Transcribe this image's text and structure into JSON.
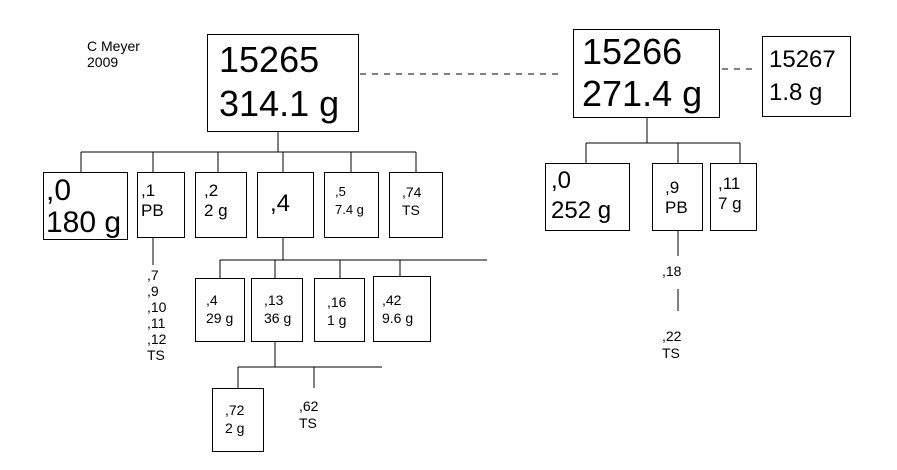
{
  "author": {
    "name": "C Meyer",
    "year": "2009"
  },
  "main_nodes": [
    {
      "id": "15265",
      "weight": "314.1 g"
    },
    {
      "id": "15266",
      "weight": "271.4 g"
    },
    {
      "id": "15267",
      "weight": "1.8 g"
    }
  ],
  "tree_15265": {
    "children": [
      {
        "label": ",0",
        "sub": "180 g"
      },
      {
        "label": ",1",
        "sub": "PB"
      },
      {
        "label": ",2",
        "sub": "2 g"
      },
      {
        "label": ",4",
        "sub": ""
      },
      {
        "label": ",5",
        "sub": "7.4 g"
      },
      {
        "label": ",74",
        "sub": "TS"
      }
    ],
    "pb_list": [
      ",7",
      ",9",
      ",10",
      ",11",
      ",12",
      "TS"
    ],
    "sub4": [
      {
        "label": ",4",
        "sub": "29 g"
      },
      {
        "label": ",13",
        "sub": "36 g"
      },
      {
        "label": ",16",
        "sub": "1 g"
      },
      {
        "label": ",42",
        "sub": "9.6 g"
      }
    ],
    "sub13": [
      {
        "label": ",72",
        "sub": "2 g"
      },
      {
        "label": ",62",
        "sub": "TS"
      }
    ]
  },
  "tree_15266": {
    "children": [
      {
        "label": ",0",
        "sub": "252 g"
      },
      {
        "label": ",9",
        "sub": "PB"
      },
      {
        "label": ",11",
        "sub": "7 g"
      }
    ],
    "pb_list": [
      ",18",
      ",22",
      "TS"
    ]
  }
}
